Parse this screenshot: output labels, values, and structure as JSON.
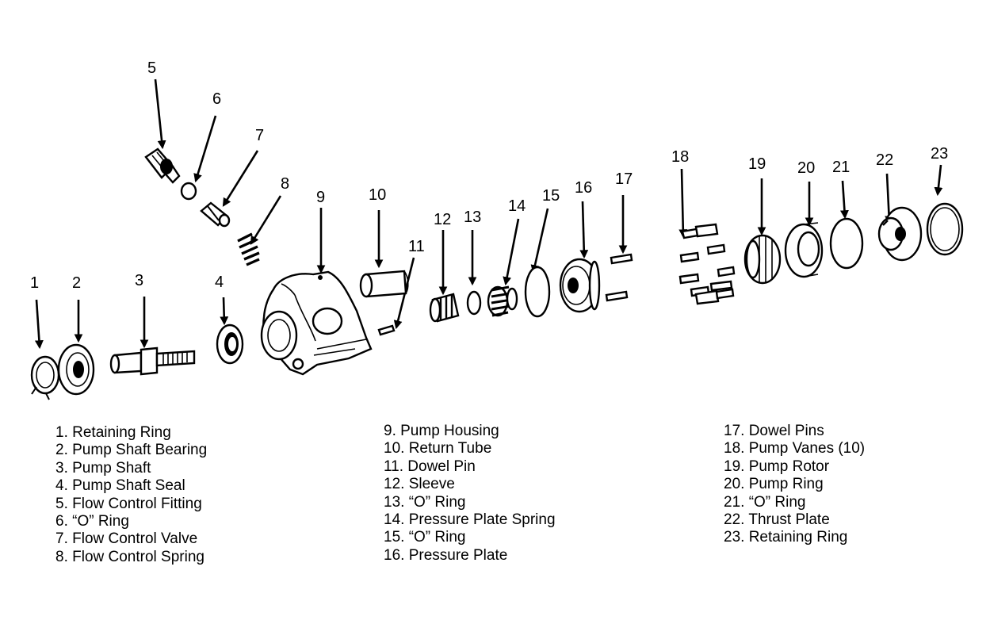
{
  "callouts": [
    "1",
    "2",
    "3",
    "4",
    "5",
    "6",
    "7",
    "8",
    "9",
    "10",
    "11",
    "12",
    "13",
    "14",
    "15",
    "16",
    "17",
    "18",
    "19",
    "20",
    "21",
    "22",
    "23"
  ],
  "legend": {
    "col1": [
      "1. Retaining Ring",
      "2. Pump Shaft Bearing",
      "3. Pump Shaft",
      "4. Pump Shaft Seal",
      "5. Flow Control Fitting",
      "6. “O” Ring",
      "7. Flow Control Valve",
      "8. Flow Control Spring"
    ],
    "col2": [
      "9. Pump Housing",
      "10. Return Tube",
      "11. Dowel Pin",
      "12. Sleeve",
      "13. “O” Ring",
      "14. Pressure Plate Spring",
      "15. “O” Ring",
      "16. Pressure Plate"
    ],
    "col3": [
      "17. Dowel Pins",
      "18. Pump Vanes (10)",
      "19. Pump Rotor",
      "20. Pump Ring",
      "21. “O” Ring",
      "22. Thrust Plate",
      "23. Retaining Ring"
    ]
  }
}
